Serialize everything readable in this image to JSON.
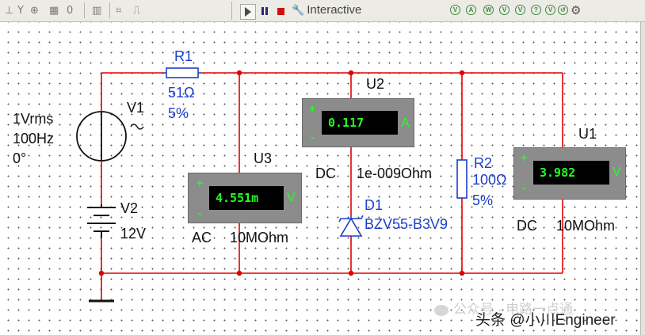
{
  "toolbar": {
    "interactive_label": "Interactive",
    "left_icons": [
      "voltmeter-icon",
      "y-probe-icon",
      "crossover-icon",
      "grid-icon",
      "zero-icon",
      "bar-icon",
      "logic-icon",
      "step-icon"
    ],
    "right_icons": [
      "v-probe-icon",
      "a-probe-icon",
      "w-probe-icon",
      "vac-probe-icon",
      "vdc-probe-icon",
      "reference-probe-icon",
      "current-probe-icon",
      "settings-gear-icon"
    ]
  },
  "circuit": {
    "v1": {
      "ref": "V1",
      "amplitude": "1Vrms",
      "frequency": "100Hz",
      "phase": "0°"
    },
    "v2": {
      "ref": "V2",
      "value": "12V"
    },
    "r1": {
      "ref": "R1",
      "value": "51Ω",
      "tolerance": "5%"
    },
    "r2": {
      "ref": "R2",
      "value": "100Ω",
      "tolerance": "5%"
    },
    "d1": {
      "ref": "D1",
      "model": "BZV55-B3V9"
    },
    "u1": {
      "ref": "U1",
      "reading": "3.982",
      "unit": "V",
      "mode": "DC",
      "resistance": "10MOhm"
    },
    "u2": {
      "ref": "U2",
      "reading": "0.117",
      "unit": "A",
      "mode": "DC",
      "resistance": "1e-009Ohm"
    },
    "u3": {
      "ref": "U3",
      "reading": "4.551m",
      "unit": "V",
      "mode": "AC",
      "resistance": "10MOhm"
    }
  },
  "colors": {
    "wire": "#e00000",
    "label_blue": "#1e3fc8",
    "meter_body": "#8c8c8c",
    "meter_text": "#22ff22"
  },
  "watermark": {
    "line1": "公众号 · 电路一点通",
    "line2": "头条 @小川Engineer"
  }
}
